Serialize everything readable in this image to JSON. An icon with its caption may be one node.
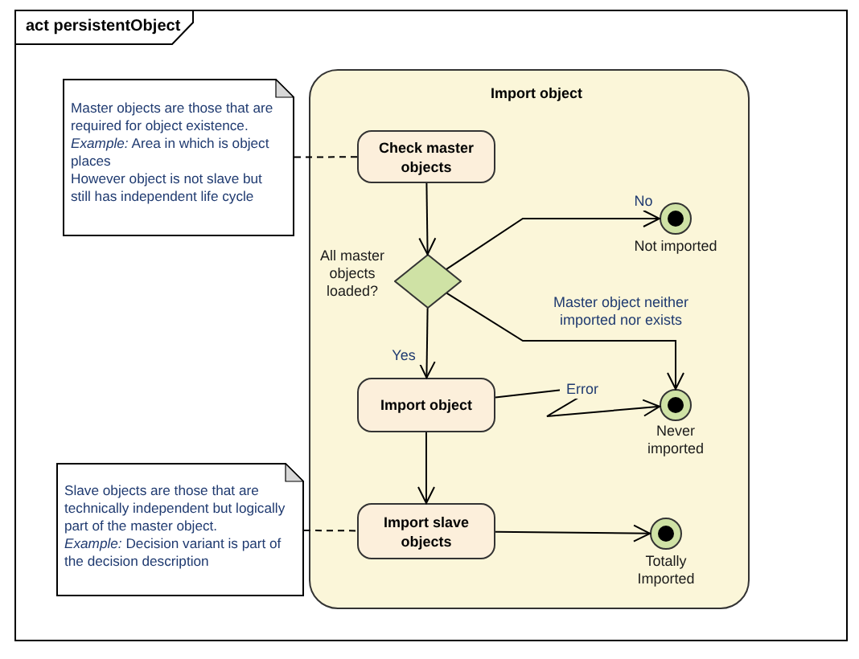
{
  "diagram": {
    "nodes": [
      {
        "text": [
          "act persistentObject"
        ]
      },
      {
        "text": [
          "Master objects are those that are required for object existence.",
          "*Example:* Area in which is object places",
          "However object is not slave but still has independent life cycle"
        ],
        "in": 0
      },
      {
        "text": [
          "Import object"
        ],
        "in": 0
      },
      {
        "text": [
          "Check master objects"
        ],
        "in": 2
      },
      {
        "text": [],
        "shape": "diamond",
        "beside": [
          "All master objects loaded?"
        ],
        "in": 2
      },
      {
        "text": [],
        "shape": "circle",
        "beside": [
          "Not imported"
        ],
        "in": 2
      },
      {
        "text": [
          "Import object"
        ],
        "in": 2
      },
      {
        "text": [],
        "shape": "circle",
        "beside": [
          "Never imported"
        ],
        "in": 2
      },
      {
        "text": [
          "Import slave objects"
        ],
        "in": 2
      },
      {
        "text": [],
        "shape": "circle",
        "beside": [
          "Totally Imported"
        ],
        "in": 2
      },
      {
        "text": [
          "Slave objects are those that are technically independent but logically part of the master object.",
          "*Example:* Decision variant is part of the decision description"
        ],
        "in": 0
      }
    ],
    "edges": [
      {
        "from": 1,
        "to": 3,
        "arrow": "none",
        "style": "dashed"
      },
      {
        "from": 3,
        "to": 4,
        "arrow": "to"
      },
      {
        "from": 4,
        "to": 5,
        "arrow": "to",
        "label": "No"
      },
      {
        "from": 4,
        "to": 7,
        "arrow": "to",
        "label": "Master object neither imported nor exists"
      },
      {
        "from": 4,
        "to": 6,
        "arrow": "to",
        "label": "Yes"
      },
      {
        "from": 6,
        "to": 7,
        "arrow": "to",
        "label": "Error"
      },
      {
        "from": 6,
        "to": 8,
        "arrow": "to"
      },
      {
        "from": 8,
        "to": 9,
        "arrow": "to"
      },
      {
        "from": 10,
        "to": 8,
        "arrow": "none",
        "style": "dashed"
      }
    ]
  }
}
